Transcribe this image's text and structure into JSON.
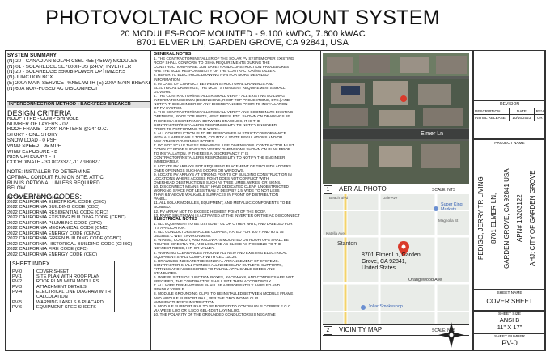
{
  "header": {
    "title": "PHOTOVOLTAIC ROOF MOUNT SYSTEM",
    "line1": "20 MODULES-ROOF MOUNTED - 9.100 kWDC, 7.600 kWAC",
    "line2": "8701 ELMER LN, GARDEN GROVE, CA 92841, USA"
  },
  "summary": {
    "heading": "SYSTEM SUMMARY:",
    "lines": [
      "(N) 20 - CANADIAN SOLAR CS6L-455 (455W) MODULES",
      "(N) 01 - SOLAREDGE SE7600H-US (240V) INVERTER",
      "(N) 20 - SOLAREDGE S500B POWER OPTIMIZERS",
      "(N) JUNCTION BOX",
      "(E) 200A MAIN SERVICE PANEL WITH (E) 200A MAIN BREAKER",
      "(N) 60A NON-FUSED AC DISCONNECT"
    ],
    "interconnection": "INTERCONNECTION METHOD : BACKFEED BREAKER"
  },
  "criteria": {
    "heading": "DESIGN CRITERIA",
    "lines": [
      "ROOF TYPE - COMP SHINGLE",
      "NUMBER OF LAYERS - 02",
      "ROOF FRAME - 2\"X4\" RAFTERS @24\" O.C.",
      "STORY - ONE STORY",
      "SNOW LOAD - 0 PSF",
      "WIND SPEED - 95 MPH",
      "WIND EXPOSURE - B",
      "RISK CATEGORY - II",
      "COORDINATE - 33.8023327,-117.980827"
    ],
    "note": "NOTE: INSTALLER TO DETERMINE OPTIMAL CONDUIT RUN ON SITE. ATTIC RUN IS OPTIONAL UNLESS REQUIRED BELOW.",
    "attic": "ATTIC RUN: OPTIONAL"
  },
  "codes": {
    "heading": "GOVERNING CODES:",
    "lines": [
      "2022 CALIFORNIA ELECTRICAL CODE (CEC)",
      "2022 CALIFORNIA BUILDING CODE (CBC)",
      "2022 CALIFORNIA RESIDENTIAL CODE (CRC)",
      "2022 CALIFORNIA EXISTING BUILDING CODE (CEBC)",
      "2022 CALIFORNIA PLUMBING CODE (CPC)",
      "2022 CALIFORNIA MECHANICAL CODE (CMC)",
      "2022 CALIFORNIA ENERGY CODE (CENC)",
      "2022 CALIFORNIA GREEN BUILDING CODE (CGBC)",
      "2022 CALIFORNIA HISTORICAL BUILDING CODE (CHBC)",
      "2022 CALIFORNIA FIRE CODE (CFC)",
      "2022 CALIFORNIA ENERGY CODE (CEC)"
    ]
  },
  "sheet_index": {
    "heading": "SHEET INDEX",
    "rows": [
      {
        "code": "PV-0",
        "desc": "COVER SHEET"
      },
      {
        "code": "PV-1",
        "desc": "SITE PLAN WITH ROOF PLAN"
      },
      {
        "code": "PV-2",
        "desc": "ROOF PLAN WITH MODULES"
      },
      {
        "code": "PV-3",
        "desc": "ATTACHMENT DETAILS"
      },
      {
        "code": "PV-4",
        "desc": "ELECTRICAL LINE DIAGRAM WITH"
      },
      {
        "code": "",
        "desc": "CALCULATION"
      },
      {
        "code": "PV-5",
        "desc": "WARNING LABELS & PLACARD"
      },
      {
        "code": "PV-6+",
        "desc": "EQUIPMENT SPEC SHEETS"
      }
    ]
  },
  "general_notes": {
    "heading": "GENERAL NOTES",
    "lines": [
      "1. THE CONTRACTOR/INSTALLER OF THE SOLAR PV SYSTEM OVER EXISTING",
      "   ROOF SHALL CONFORM TO OSHA REQUIREMENTS DURING THE",
      "   CONSTRUCTION PHASE. JOB SAFETY AND CONSTRUCTION PROCEDURES",
      "   ARE THE SOLE RESPONSIBILITY OF THE CONTRACTOR/INSTALLER.",
      "2. REFER TO ELECTRICAL DRAWING PV-4 FOR MORE DETAILED",
      "   INFORMATION.",
      "3. IN CASE OF CONFLICT BETWEEN STRUCTURAL DRAWINGS AND",
      "   ELECTRICAL DRAWINGS, THE MOST STRINGENT REQUIREMENTS SHALL",
      "   GOVERN.",
      "4. THE CONTRACTOR/INSTALLER SHALL VERIFY ALL EXISTING BUILDING",
      "   INFORMATION SHOWN (DIMENSIONS, ROOF TOP PROJECTIONS, ETC.) AND",
      "   NOTIFY THE ENGINEER OF ANY DISCREPANCIES PRIOR TO INSTALLATION",
      "   OF PV SYSTEM.",
      "5. THE CONTRACTOR/INSTALLER SHALL VERIFY AND COORDINATE EXISTING",
      "   OPENINGS, ROOF TOP UNITS, VENT PIPES, ETC. SHOWN ON DRAWINGS. IF",
      "   THERE IS A DISCREPANCY BETWEEN DRAWINGS, IT IS THE",
      "   CONTRACTOR/INSTALLER'S RESPONSIBILITY TO NOTIFY ENGINEER",
      "   PRIOR TO PERFORMING THE WORK.",
      "6. ALL CONSTRUCTION IS TO BE PERFORMED IN STRICT CONFORMANCE",
      "   WITH ALL APPLICABLE TOWN, COUNTY & STATE REGULATIONS AND/OR",
      "   ANY OTHER GOVERNING BODIES.",
      "7. DO NOT SCALE THESE DRAWINGS. USE DIMENSIONS. CONTRACTOR MUST",
      "   CONDUCT ROOF SURVEY TO VERIFY DIMENSIONS SHOWN ON PLAN PRIOR",
      "   TO INSTALLATION. IF THERE IS A DISCREPANCY IT IS",
      "   CONTRACTOR/INSTALLER'S RESPONSIBILITY TO NOTIFY THE ENGINEER",
      "   IMMEDIATELY.",
      "8. LOCATE PV ARRAYS NOT REQUIRING PLACEMENT OF GROUND LADDERS",
      "   OVER OPENINGS SUCH AS DOORS OR WINDOWS.",
      "9. LOCATE PV ARRAYS AT STRONG POINTS OF BUILDING CONSTRUCTION IN",
      "   LOCATIONS WHERE ACCESS POINT DOES NOT CONFLICT WITH",
      "   OVERHEAD OBSTRUCTIONS SUCH AS TREE LIMBS, WIRES, OR SIGNS.",
      "10. DISCONNECT MEANS MUST HAVE DEDICATED CLEAR UNOBSTRUCTED",
      "   WORKING SPACE NOT LESS THAN 3' DEEP BY 2.5' WIDE TO NOT LESS",
      "   THAN 6.5' ABOVE WALKABLE SURFACES IN FRONT OF DISTRIBUTION",
      "   PANEL.",
      "11. ALL SOLAR MODULES, EQUIPMENT, AND METALLIC COMPONENTS TO BE",
      "   BONDED.",
      "12. PV ARRAY NOT TO EXCEED HIGHEST POINT OF THE ROOF.",
      "13. RAPID SHUTDOWN IS ACTIVATED AT THE INVERTER OR THE AC DISCONNECT"
    ],
    "elec_heading": "ELECTRICAL NOTES",
    "elec_lines": [
      "1. ALL EQUIPMENT TO BE LISTED BY UL OR OTHER NRTL, AND LABELED FOR",
      "   ITS APPLICATION.",
      "2. ALL CONDUCTORS SHALL BE COPPER, RATED FOR 600 V AND 90 & 75",
      "   DEGREE C WET ENVIRONMENT.",
      "3. WIRING, CONDUIT, AND RACEWAYS MOUNTED ON ROOFTOPS SHALL BE",
      "   ROUTED DIRECTLY TO, AND LOCATED AS CLOSE AS POSSIBLE TO THE",
      "   NEAREST RIDGE, HIP, OR VALLEY.",
      "4. WORKING CLEARANCES AROUND ALL NEW AND EXISTING ELECTRICAL",
      "   EQUIPMENT SHALL COMPLY WITH CEC 110.26.",
      "5. DRAWINGS INDICATE THE GENERAL ARRANGEMENT OF SYSTEMS.",
      "   CONTRACTOR SHALL FURNISH ALL NECESSARY OUTLETS, SUPPORTS,",
      "   FITTINGS AND ACCESSORIES TO FULFILL APPLICABLE CODES AND",
      "   STANDARDS.",
      "6. WHERE SIZES OF JUNCTION BOXES, RACEWAYS, AND CONDUITS ARE NOT",
      "   SPECIFIED, THE CONTRACTOR SHALL SIZE THEM ACCORDINGLY.",
      "7. ALL WIRE TERMINATIONS SHALL BE APPROPRIATELY LABELED AND",
      "   READILY VISIBLE.",
      "8. MODULE GROUNDING CLIPS TO BE INSTALLED BETWEEN MODULE FRAME",
      "   AND MODULE SUPPORT RAIL, PER THE GROUNDING CLIP",
      "   MANUFACTURER'S INSTRUCTION.",
      "9. MODULE SUPPORT RAIL TO BE BONDED TO CONTINUOUS COPPER E.G.C.",
      "   VIA WEEB LUG OR ILSCO GBL-4DBT LAY-IN LUG.",
      "10. THE POLARITY OF THE GROUNDED CONDUCTORS IS NEGATIVE"
    ]
  },
  "aerial": {
    "num": "1",
    "label": "AERIAL PHOTO",
    "scale": "SCALE: NTS",
    "street": "Elmer Ln"
  },
  "vicinity": {
    "num": "2",
    "label": "VICINITY MAP",
    "scale": "SCALE: NTS",
    "address": [
      "8701 Elmer Ln, Garden",
      "Grove, CA 92841,",
      "United States"
    ],
    "labels": {
      "stanton": "Stanton",
      "orangewood": "Orangewood Ave",
      "market": "Super King Markets",
      "smokeshop": "Jollar Smokeshop",
      "beach": "Beach Blvd",
      "dale": "Dale Ave",
      "magnolia": "Magnolia St",
      "katella": "Katella Ave"
    }
  },
  "titleblock": {
    "revision": {
      "heading": "REVISION",
      "cols": [
        "DESCRIPTION",
        "DATE",
        "REV"
      ],
      "row": [
        "INITIAL RELEASE",
        "10/16/2023",
        "UR"
      ]
    },
    "project_name_label": "PROJECT NAME",
    "project_lines": [
      "PEDIGO, JERRY TR LIVING",
      "8701 ELMER LN,",
      "GARDEN GROVE, CA 92841 USA",
      "APN# 13203122",
      "AHJ: CITY OF GARDEN GROVE"
    ],
    "sheet_name_label": "SHEET NAME",
    "sheet_name": "COVER SHEET",
    "sheet_size_label": "SHEET SIZE",
    "sheet_size": "ANSI B",
    "sheet_size2": "11\" X 17\"",
    "sheet_number_label": "SHEET NUMBER",
    "sheet_number": "PV-0"
  },
  "colors": {
    "aerial_bg": "#5a5d59",
    "map_bg": "#e9ece8",
    "pin": "#d93a2b",
    "street_yellow": "#f3d36b"
  }
}
